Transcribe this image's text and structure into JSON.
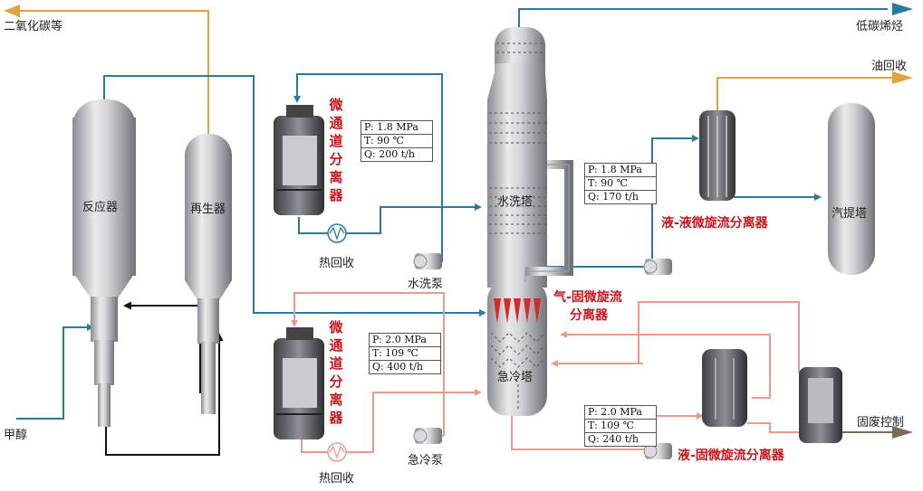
{
  "labels": {
    "co2": "二氧化碳等",
    "methanol": "甲醇",
    "reactor": "反应器",
    "regenerator": "再生器",
    "low_carbon_olefins": "低碳烯烃",
    "oil_recovery": "油回收",
    "water_wash_tower": "水洗塔",
    "quench_tower": "急冷塔",
    "stripper": "汽提塔",
    "heat_recovery_1": "热回收",
    "heat_recovery_2": "热回收",
    "water_wash_pump": "水洗泵",
    "quench_pump": "急冷泵",
    "solid_waste_control": "固废控制",
    "micro_channel_separator_1": "微通道分离器",
    "micro_channel_separator_2": "微通道分离器",
    "liquid_liquid_separator": "液-液微旋流分离器",
    "gas_solid_separator_line1": "气-固微旋流",
    "gas_solid_separator_line2": "分离器",
    "liquid_solid_separator": "液-固微旋流分离器"
  },
  "param_boxes": [
    {
      "p": "P: 1.8 MPa",
      "t": "T: 90 ℃",
      "q": "Q: 200 t/h"
    },
    {
      "p": "P: 1.8 MPa",
      "t": "T: 90 ℃",
      "q": "Q: 170 t/h"
    },
    {
      "p": "P: 2.0 MPa",
      "t": "T: 109 ℃",
      "q": "Q: 400 t/h"
    },
    {
      "p": "P: 2.0 MPa",
      "t": "T: 109 ℃",
      "q": "Q: 240 t/h"
    }
  ],
  "colors": {
    "blue_line": "#2a7a9c",
    "orange_line": "#e2a33a",
    "pink_line": "#e89a8e",
    "black_line": "#111111",
    "red_text": "#c8161d"
  }
}
